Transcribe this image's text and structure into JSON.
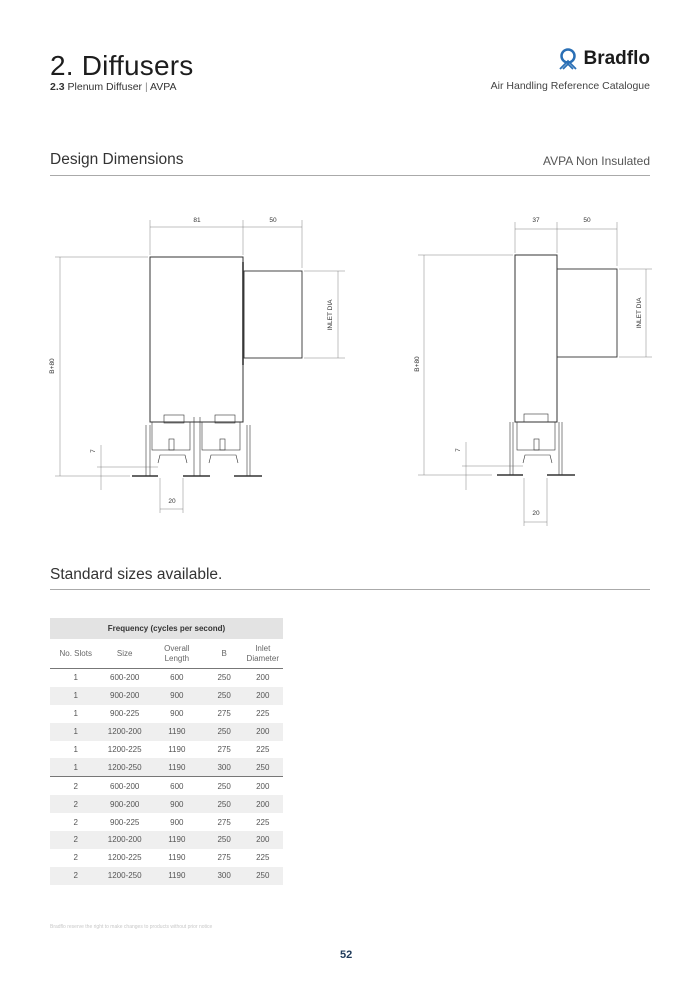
{
  "header": {
    "title": "2. Diffusers",
    "section_number": "2.3",
    "section_name": "Plenum Diffuser",
    "separator": "|",
    "product_code": "AVPA",
    "brand": "Bradflo",
    "catalogue": "Air Handling Reference Catalogue",
    "brand_color": "#2a6fb5"
  },
  "design": {
    "title": "Design Dimensions",
    "variant": "AVPA Non Insulated",
    "drawing_left": {
      "width": "81",
      "inlet": "50",
      "height": "B+80",
      "inlet_dia": "INLET DIA",
      "lip": "7",
      "slot": "20"
    },
    "drawing_right": {
      "width": "37",
      "inlet": "50",
      "height": "B+80",
      "inlet_dia": "INLET DIA",
      "lip": "7",
      "slot": "20"
    }
  },
  "sizes": {
    "title": "Standard sizes available.",
    "table_caption": "Frequency (cycles per second)",
    "columns": [
      "No. Slots",
      "Size",
      "Overall Length",
      "B",
      "Inlet Diameter"
    ],
    "rows": [
      [
        "1",
        "600-200",
        "600",
        "250",
        "200"
      ],
      [
        "1",
        "900-200",
        "900",
        "250",
        "200"
      ],
      [
        "1",
        "900-225",
        "900",
        "275",
        "225"
      ],
      [
        "1",
        "1200-200",
        "1190",
        "250",
        "200"
      ],
      [
        "1",
        "1200-225",
        "1190",
        "275",
        "225"
      ],
      [
        "1",
        "1200-250",
        "1190",
        "300",
        "250"
      ],
      [
        "2",
        "600-200",
        "600",
        "250",
        "200"
      ],
      [
        "2",
        "900-200",
        "900",
        "250",
        "200"
      ],
      [
        "2",
        "900-225",
        "900",
        "275",
        "225"
      ],
      [
        "2",
        "1200-200",
        "1190",
        "250",
        "200"
      ],
      [
        "2",
        "1200-225",
        "1190",
        "275",
        "225"
      ],
      [
        "2",
        "1200-250",
        "1190",
        "300",
        "250"
      ]
    ]
  },
  "footer": {
    "note": "Bradflo reserve the right to make changes to products without prior notice",
    "page": "52"
  }
}
